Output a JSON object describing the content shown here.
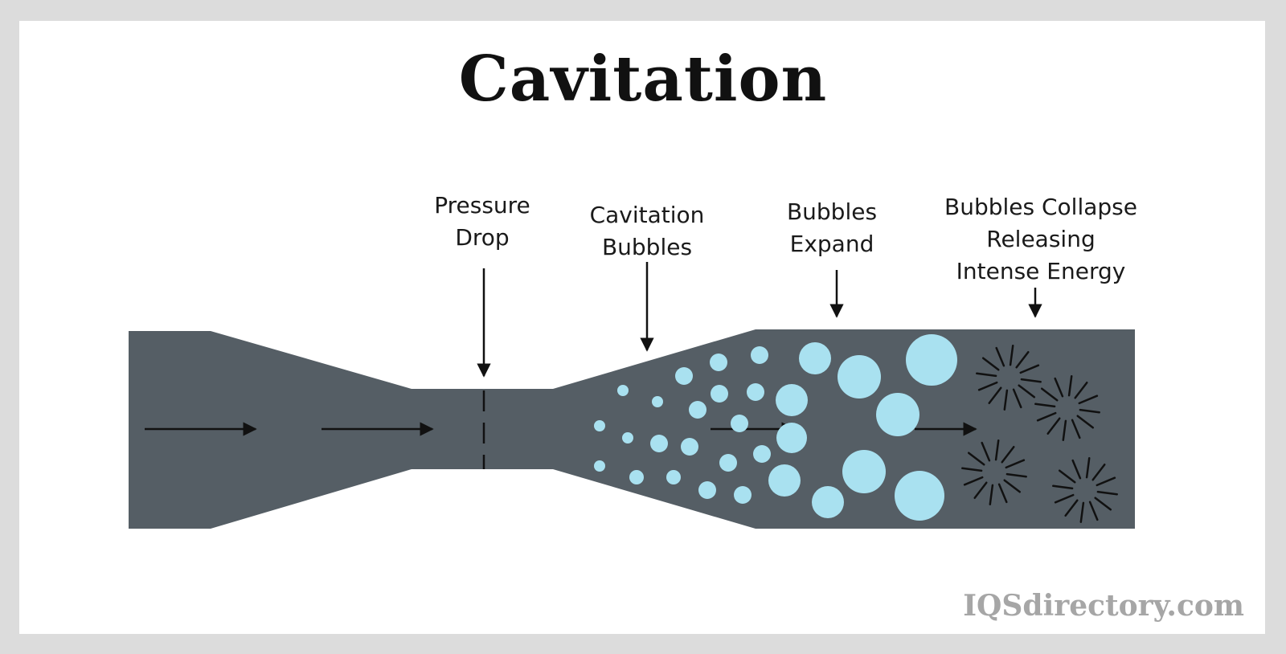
{
  "title": "Cavitation",
  "labels": {
    "pressure_drop": "Pressure\nDrop",
    "cavitation_bubbles": "Cavitation\nBubbles",
    "bubbles_expand": "Bubbles\nExpand",
    "bubbles_collapse": "Bubbles Collapse\nReleasing\nIntense Energy"
  },
  "watermark": "IQSdirectory.com",
  "colors": {
    "background": "#dcdcdc",
    "panel": "#ffffff",
    "pipe": "#555e65",
    "bubble": "#a9e1f0",
    "arrow": "#111111",
    "watermark": "#a6a6a6"
  }
}
